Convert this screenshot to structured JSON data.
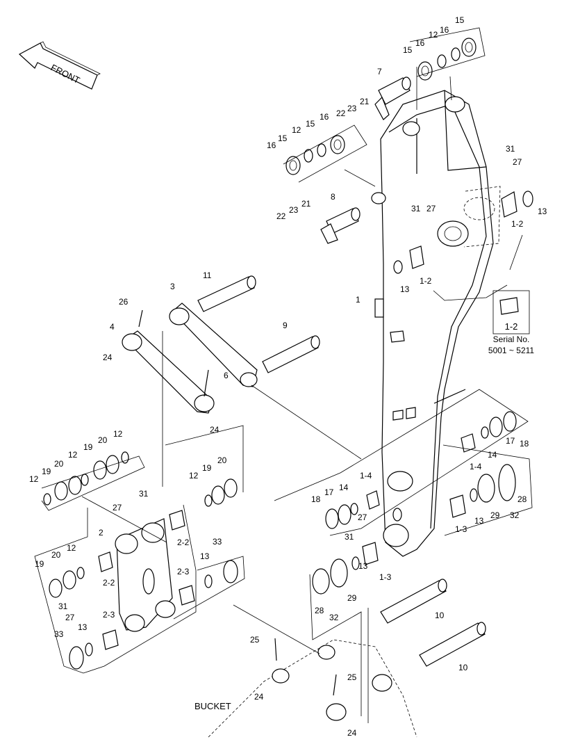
{
  "front_arrow": {
    "text": "FRONT"
  },
  "serial_box": {
    "part": "1-2",
    "title": "Serial No.",
    "range": "5001 ~ 5211"
  },
  "bucket_label": "BUCKET",
  "callouts": [
    {
      "id": "c15a",
      "text": "15"
    },
    {
      "id": "c16a",
      "text": "16"
    },
    {
      "id": "c12a",
      "text": "12"
    },
    {
      "id": "c15b",
      "text": "15"
    },
    {
      "id": "c16b",
      "text": "16"
    },
    {
      "id": "c7",
      "text": "7"
    },
    {
      "id": "c22a",
      "text": "22"
    },
    {
      "id": "c23a",
      "text": "23"
    },
    {
      "id": "c21a",
      "text": "21"
    },
    {
      "id": "c16c",
      "text": "16"
    },
    {
      "id": "c15c",
      "text": "15"
    },
    {
      "id": "c12b",
      "text": "12"
    },
    {
      "id": "c15d",
      "text": "15"
    },
    {
      "id": "c16d",
      "text": "16"
    },
    {
      "id": "c31a",
      "text": "31"
    },
    {
      "id": "c27a",
      "text": "27"
    },
    {
      "id": "c8",
      "text": "8"
    },
    {
      "id": "c21b",
      "text": "21"
    },
    {
      "id": "c23b",
      "text": "23"
    },
    {
      "id": "c22b",
      "text": "22"
    },
    {
      "id": "c31b",
      "text": "31"
    },
    {
      "id": "c27b",
      "text": "27"
    },
    {
      "id": "c13a",
      "text": "13"
    },
    {
      "id": "c12c",
      "text": "1-2"
    },
    {
      "id": "c13b",
      "text": "13"
    },
    {
      "id": "c12d",
      "text": "1-2"
    },
    {
      "id": "c1",
      "text": "1"
    },
    {
      "id": "c11",
      "text": "11"
    },
    {
      "id": "c3",
      "text": "3"
    },
    {
      "id": "c26",
      "text": "26"
    },
    {
      "id": "c4",
      "text": "4"
    },
    {
      "id": "c9",
      "text": "9"
    },
    {
      "id": "c24a",
      "text": "24"
    },
    {
      "id": "c6",
      "text": "6"
    },
    {
      "id": "c24b",
      "text": "24"
    },
    {
      "id": "c18a",
      "text": "18"
    },
    {
      "id": "c17a",
      "text": "17"
    },
    {
      "id": "c14a",
      "text": "14"
    },
    {
      "id": "c14b",
      "text": "1-4"
    },
    {
      "id": "c12e",
      "text": "12"
    },
    {
      "id": "c20a",
      "text": "20"
    },
    {
      "id": "c19a",
      "text": "19"
    },
    {
      "id": "c12f",
      "text": "12"
    },
    {
      "id": "c20b",
      "text": "20"
    },
    {
      "id": "c19b",
      "text": "19"
    },
    {
      "id": "c12g",
      "text": "12"
    },
    {
      "id": "c12h",
      "text": "12"
    },
    {
      "id": "c19c",
      "text": "19"
    },
    {
      "id": "c20c",
      "text": "20"
    },
    {
      "id": "c14c",
      "text": "1-4"
    },
    {
      "id": "c18b",
      "text": "18"
    },
    {
      "id": "c17b",
      "text": "17"
    },
    {
      "id": "c14d",
      "text": "14"
    },
    {
      "id": "c28a",
      "text": "28"
    },
    {
      "id": "c29a",
      "text": "29"
    },
    {
      "id": "c32a",
      "text": "32"
    },
    {
      "id": "c13c",
      "text": "13"
    },
    {
      "id": "c13d",
      "text": "1-3"
    },
    {
      "id": "c31c",
      "text": "31"
    },
    {
      "id": "c27c",
      "text": "27"
    },
    {
      "id": "c2",
      "text": "2"
    },
    {
      "id": "c27d",
      "text": "27"
    },
    {
      "id": "c31d",
      "text": "31"
    },
    {
      "id": "c22e",
      "text": "2-2"
    },
    {
      "id": "c12i",
      "text": "12"
    },
    {
      "id": "c20d",
      "text": "20"
    },
    {
      "id": "c19d",
      "text": "19"
    },
    {
      "id": "c22f",
      "text": "2-2"
    },
    {
      "id": "c33a",
      "text": "33"
    },
    {
      "id": "c13e",
      "text": "13"
    },
    {
      "id": "c23c",
      "text": "2-3"
    },
    {
      "id": "c31e",
      "text": "31"
    },
    {
      "id": "c27e",
      "text": "27"
    },
    {
      "id": "c23d",
      "text": "2-3"
    },
    {
      "id": "c33b",
      "text": "33"
    },
    {
      "id": "c13f",
      "text": "13"
    },
    {
      "id": "c13g",
      "text": "13"
    },
    {
      "id": "c13h",
      "text": "1-3"
    },
    {
      "id": "c28b",
      "text": "28"
    },
    {
      "id": "c29b",
      "text": "29"
    },
    {
      "id": "c32b",
      "text": "32"
    },
    {
      "id": "c10a",
      "text": "10"
    },
    {
      "id": "c10b",
      "text": "10"
    },
    {
      "id": "c25a",
      "text": "25"
    },
    {
      "id": "c25b",
      "text": "25"
    },
    {
      "id": "c24c",
      "text": "24"
    },
    {
      "id": "c24d",
      "text": "24"
    }
  ]
}
